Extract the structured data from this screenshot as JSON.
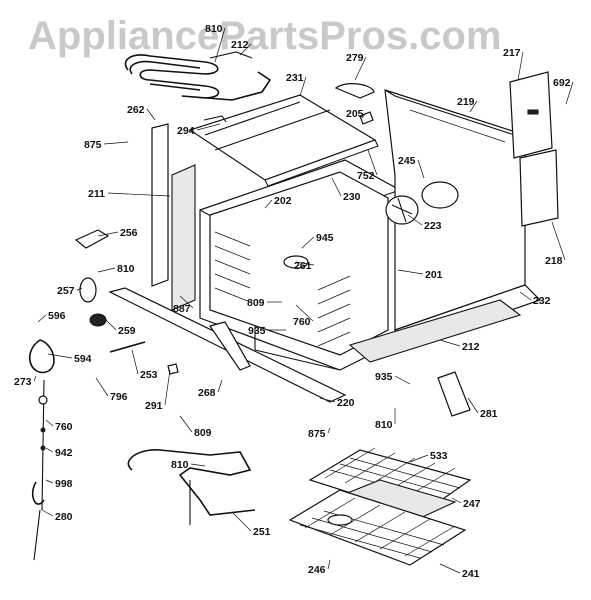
{
  "watermark": "AppliancePartsPros.com",
  "part_labels": [
    "810",
    "212",
    "279",
    "217",
    "692",
    "231",
    "262",
    "205",
    "219",
    "875",
    "294",
    "752",
    "245",
    "211",
    "230",
    "202",
    "223",
    "945",
    "256",
    "261",
    "201",
    "810",
    "887",
    "760",
    "218",
    "257",
    "809",
    "232",
    "596",
    "935",
    "259",
    "594",
    "253",
    "212",
    "273",
    "796",
    "268",
    "291",
    "935",
    "760",
    "810",
    "281",
    "942",
    "809",
    "875",
    "220",
    "998",
    "533",
    "810",
    "247",
    "280",
    "251",
    "246",
    "241"
  ],
  "colors": {
    "line": "#111111",
    "watermark": "#c9c9c9",
    "background": "#ffffff"
  }
}
